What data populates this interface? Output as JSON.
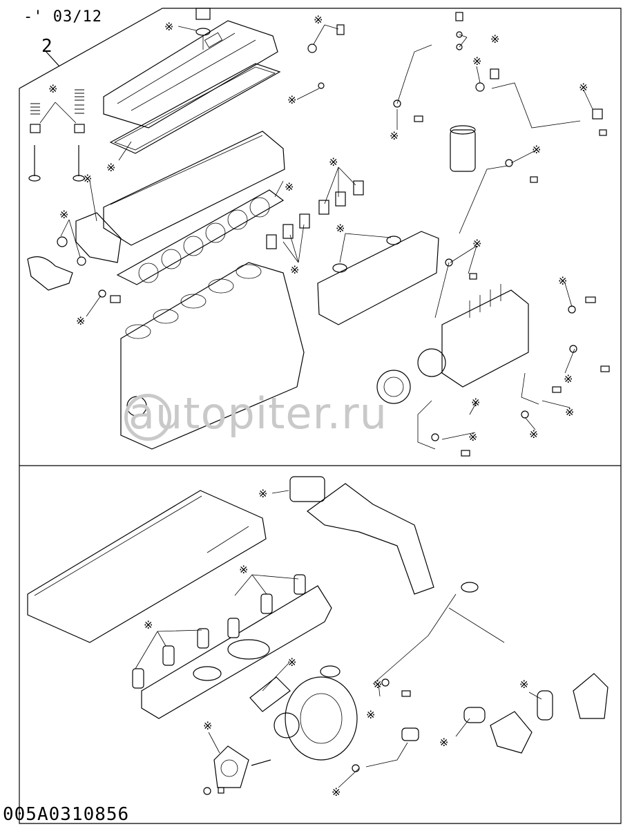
{
  "header": {
    "revision": "-' 03/12",
    "group_number": "2"
  },
  "footer": {
    "document_number": "005A0310856"
  },
  "watermark": {
    "text": "autopiter.ru"
  },
  "markers": {
    "symbol": "※"
  }
}
